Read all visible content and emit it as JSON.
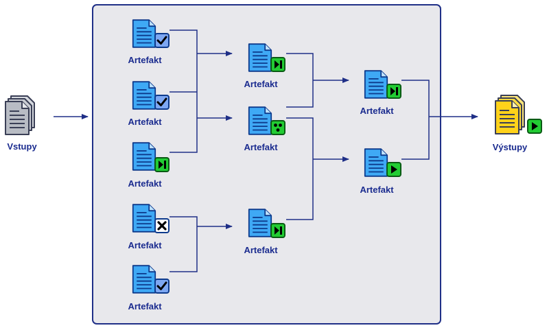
{
  "colors": {
    "frame_fill": "#e8e8ec",
    "frame_stroke": "#1f2f87",
    "connector": "#1f2f87",
    "label": "#1a2b8f",
    "doc_blue": "#3fa9f5",
    "doc_gray": "#b8bcc4",
    "doc_yellow": "#ffd21a",
    "badge_green": "#22cc33",
    "badge_blue": "#7da7f2",
    "badge_white": "#ffffff"
  },
  "inputs": {
    "label": "Vstupy",
    "icon": "document-stack-icon"
  },
  "outputs": {
    "label": "Výstupy",
    "icon": "document-stack-play-icon"
  },
  "artifacts": [
    {
      "id": "a1",
      "label": "Artefakt",
      "icon": "document-icon",
      "badge": "checkmark-icon"
    },
    {
      "id": "a2",
      "label": "Artefakt",
      "icon": "document-icon",
      "badge": "checkmark-icon"
    },
    {
      "id": "a3",
      "label": "Artefakt",
      "icon": "document-icon",
      "badge": "skip-forward-icon"
    },
    {
      "id": "a4",
      "label": "Artefakt",
      "icon": "document-icon",
      "badge": "cross-icon"
    },
    {
      "id": "a5",
      "label": "Artefakt",
      "icon": "document-icon",
      "badge": "checkmark-icon"
    },
    {
      "id": "b1",
      "label": "Artefakt",
      "icon": "document-icon",
      "badge": "skip-forward-icon"
    },
    {
      "id": "b2",
      "label": "Artefakt",
      "icon": "document-icon",
      "badge": "three-dots-icon"
    },
    {
      "id": "b3",
      "label": "Artefakt",
      "icon": "document-icon",
      "badge": "skip-forward-icon"
    },
    {
      "id": "c1",
      "label": "Artefakt",
      "icon": "document-icon",
      "badge": "skip-forward-icon"
    },
    {
      "id": "c2",
      "label": "Artefakt",
      "icon": "document-icon",
      "badge": "play-icon"
    }
  ]
}
